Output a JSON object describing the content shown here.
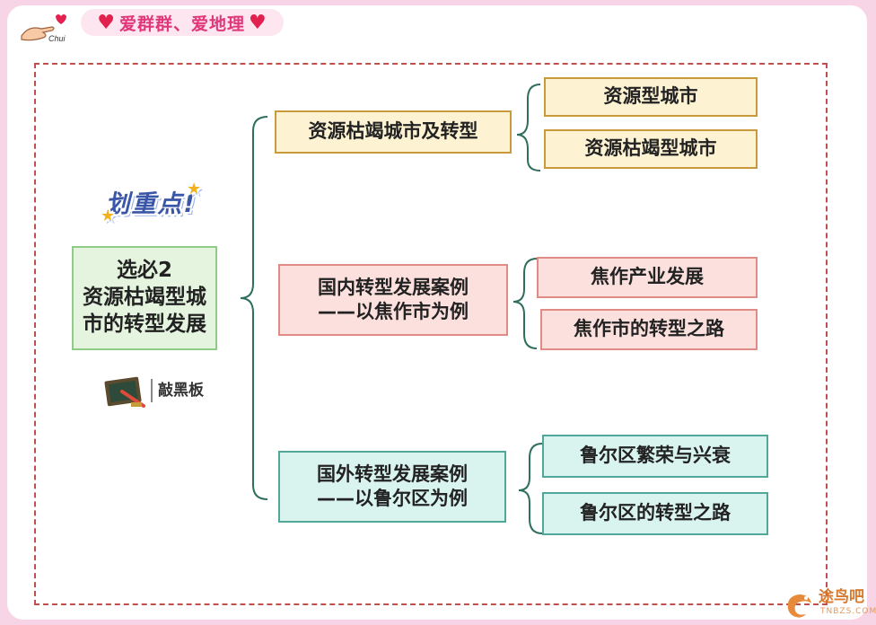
{
  "header": {
    "title": "爱群群、爱地理"
  },
  "hand_text": "Chui",
  "sticker": {
    "text": "划重点!"
  },
  "root": {
    "lines": [
      "选必2",
      "资源枯竭型城",
      "市的转型发展"
    ]
  },
  "branches": [
    {
      "label": [
        "资源枯竭城市及转型"
      ],
      "children": [
        "资源型城市",
        "资源枯竭型城市"
      ],
      "color": "yellow"
    },
    {
      "label": [
        "国内转型发展案例",
        "——以焦作市为例"
      ],
      "children": [
        "焦作产业发展",
        "焦作市的转型之路"
      ],
      "color": "pink"
    },
    {
      "label": [
        "国外转型发展案例",
        "——以鲁尔区为例"
      ],
      "children": [
        "鲁尔区繁荣与兴衰",
        "鲁尔区的转型之路"
      ],
      "color": "teal"
    }
  ],
  "board": {
    "label": "敲黑板"
  },
  "watermark": {
    "text": "途鸟吧",
    "sub": "TNBZS.COM"
  },
  "colors": {
    "yellow": "#fdf2d2",
    "pink": "#fbe0dd",
    "teal": "#d9f3ef",
    "root": "#e4f4df",
    "line": "#2f6e5e",
    "frame": "#c0504d"
  }
}
